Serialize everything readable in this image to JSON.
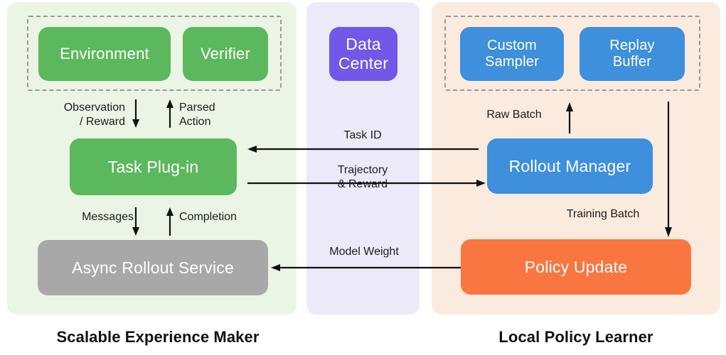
{
  "diagram": {
    "title_left": "Scalable Experience Maker",
    "title_right": "Local Policy Learner",
    "colors": {
      "green_node": "#5cb85c",
      "blue_node": "#3e8fdc",
      "purple_node": "#7158e8",
      "orange_node": "#f97641",
      "gray_node": "#a8a8a8",
      "panel_left_bg": "#eaf5e6",
      "panel_center_bg": "#eceaf9",
      "panel_right_bg": "#fbeade",
      "dashed_border": "#9a9a9a",
      "arrow": "#111111"
    }
  },
  "panels": {
    "left": {
      "name": "Scalable Experience Maker"
    },
    "center": {
      "name": "Data Center"
    },
    "right": {
      "name": "Local Policy Learner"
    }
  },
  "nodes": {
    "environment": "Environment",
    "verifier": "Verifier",
    "task_plugin": "Task Plug-in",
    "async_rollout_service": "Async Rollout Service",
    "data_center": "Data\nCenter",
    "custom_sampler": "Custom\nSampler",
    "replay_buffer": "Replay\nBuffer",
    "rollout_manager": "Rollout Manager",
    "policy_update": "Policy Update"
  },
  "edge_labels": {
    "observation_reward": "Observation\n/ Reward",
    "parsed_action": "Parsed\nAction",
    "messages": "Messages",
    "completion": "Completion",
    "task_id": "Task ID",
    "trajectory_reward": "Trajectory\n& Reward",
    "model_weight": "Model Weight",
    "raw_batch": "Raw Batch",
    "training_batch": "Training Batch"
  }
}
